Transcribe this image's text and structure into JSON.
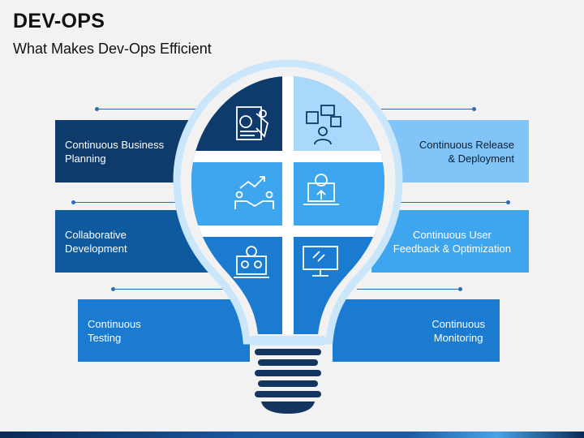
{
  "title": "DEV-OPS",
  "subtitle": "What Makes Dev-Ops Efficient",
  "colors": {
    "dark_navy": "#0e3a6c",
    "mid_blue": "#0f5a9e",
    "bright_blue": "#1b7bd0",
    "sky_blue": "#3ea5ef",
    "light_blue": "#81c4f7",
    "pale_blue": "#a9d8fb",
    "bulb_outline": "#c9e6fb"
  },
  "items": {
    "continuous_business_planning": {
      "label": "Continuous Business\nPlanning",
      "icon": "planning-chart-icon"
    },
    "collaborative_development": {
      "label": "Collaborative\nDevelopment",
      "icon": "handshake-growth-icon"
    },
    "continuous_testing": {
      "label": "Continuous\nTesting",
      "icon": "gear-laptop-testing-icon"
    },
    "continuous_release_deployment": {
      "label": "Continuous Release\n& Deployment",
      "icon": "feedback-people-icon"
    },
    "continuous_user_feedback": {
      "label": "Continuous User\nFeedback & Optimization",
      "icon": "globe-laptop-upload-icon"
    },
    "continuous_monitoring": {
      "label": "Continuous\nMonitoring",
      "icon": "monitor-icon"
    }
  }
}
